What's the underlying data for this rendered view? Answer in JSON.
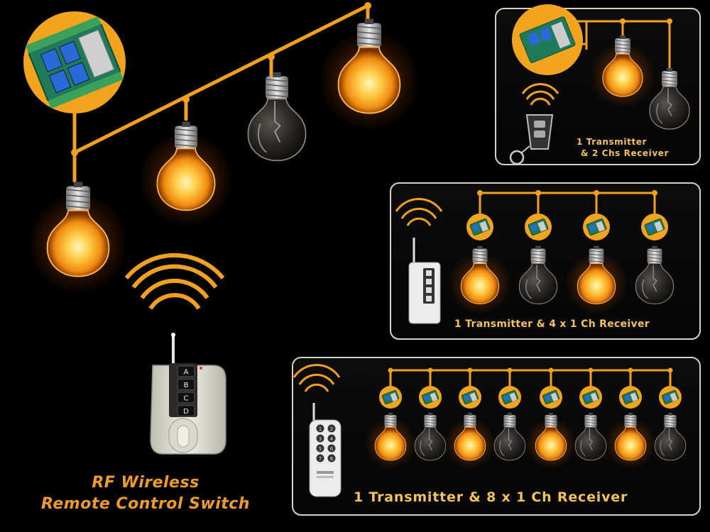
{
  "title": {
    "line1": "RF Wireless",
    "line2": "Remote Control Switch"
  },
  "remote_main": {
    "buttons": [
      "A",
      "B",
      "C",
      "D"
    ]
  },
  "panels": [
    {
      "caption_line1": "1 Transmitter",
      "caption_line2": "& 2 Chs Receiver"
    },
    {
      "caption": "1 Transmitter & 4 x 1 Ch Receiver"
    },
    {
      "caption": "1 Transmitter & 8 x 1 Ch Receiver"
    }
  ],
  "remote8": {
    "buttons": [
      "1",
      "2",
      "3",
      "4",
      "5",
      "6",
      "7",
      "8"
    ]
  },
  "bulb_states": {
    "main": [
      "on",
      "on",
      "off",
      "on"
    ],
    "panel_2ch": [
      "on",
      "off"
    ],
    "panel_4ch": [
      "on",
      "off",
      "on",
      "off"
    ],
    "panel_8ch": [
      "on",
      "off",
      "on",
      "off",
      "on",
      "off",
      "on",
      "off"
    ]
  },
  "colors": {
    "wire": "#f2a020",
    "panel_border": "#d8d2b8",
    "caption": "#f3c25a",
    "title": "#f09a2a"
  }
}
